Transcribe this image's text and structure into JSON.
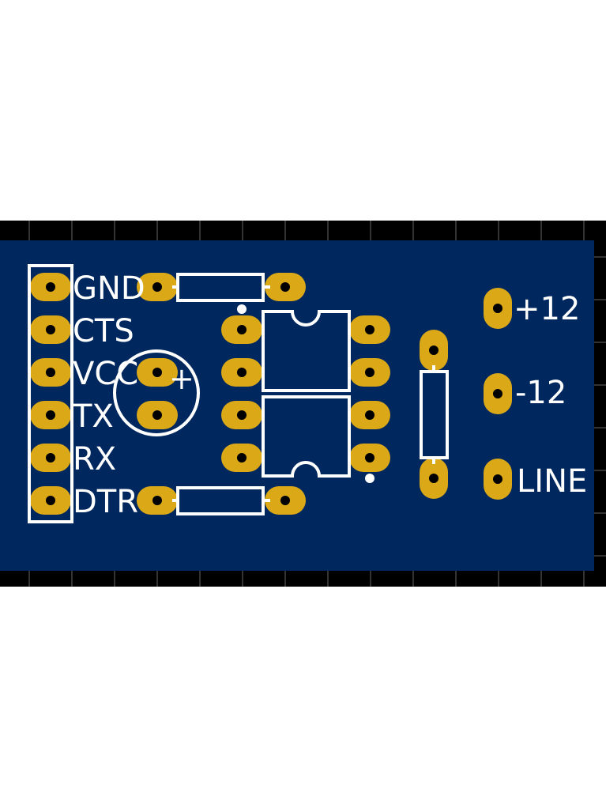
{
  "colors": {
    "board": "#00285f",
    "pad": "#dba817",
    "silk": "#ffffff",
    "drill": "#000000",
    "frame": "#000000",
    "grid": "#333333"
  },
  "header_labels": [
    "GND",
    "CTS",
    "VCC",
    "TX",
    "RX",
    "DTR"
  ],
  "right_labels": [
    "+12",
    "-12",
    "LINE"
  ],
  "cap_polarity": "+"
}
